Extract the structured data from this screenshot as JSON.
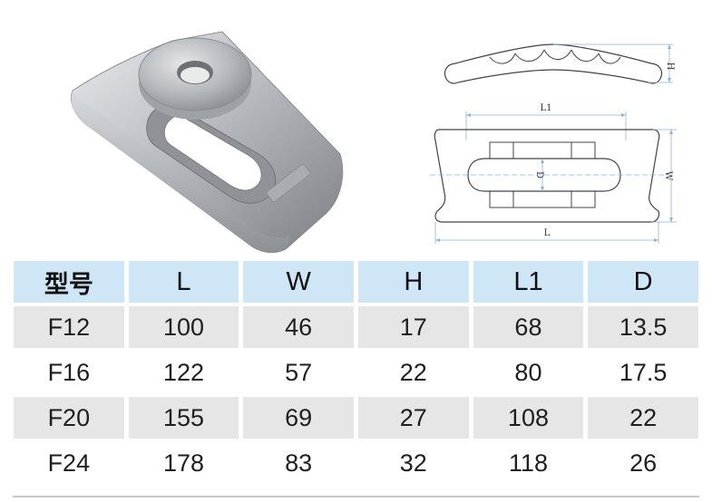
{
  "spec_table": {
    "headers": [
      "型号",
      "L",
      "W",
      "H",
      "L1",
      "D"
    ],
    "rows": [
      [
        "F12",
        "100",
        "46",
        "17",
        "68",
        "13.5"
      ],
      [
        "F16",
        "122",
        "57",
        "22",
        "80",
        "17.5"
      ],
      [
        "F20",
        "155",
        "69",
        "27",
        "108",
        "22"
      ],
      [
        "F24",
        "178",
        "83",
        "32",
        "118",
        "26"
      ]
    ]
  },
  "drawing": {
    "labels": {
      "h": "H",
      "l1": "L1",
      "d": "D",
      "w": "W",
      "l": "L"
    },
    "line_color": "#8fb3d9"
  },
  "photo": {
    "metal_color": "#b9bcc0"
  }
}
